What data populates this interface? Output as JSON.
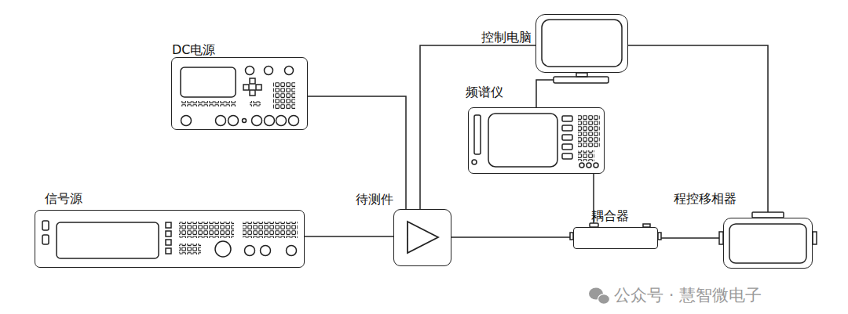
{
  "diagram": {
    "nodes": [
      {
        "text": [
          "DC电源"
        ]
      },
      {
        "text": [
          "控制电脑"
        ]
      },
      {
        "text": [
          "频谱仪"
        ]
      },
      {
        "text": [
          "信号源"
        ]
      },
      {
        "text": [
          "待测件"
        ]
      },
      {
        "text": [
          "耦合器"
        ]
      },
      {
        "text": [
          "程控移相器"
        ]
      }
    ],
    "edges": [
      {
        "from": 0,
        "to": 4,
        "arrow": "none"
      },
      {
        "from": 1,
        "to": 4,
        "arrow": "none"
      },
      {
        "from": 1,
        "to": 6,
        "arrow": "none"
      },
      {
        "from": 2,
        "to": 1,
        "arrow": "none"
      },
      {
        "from": 3,
        "to": 4,
        "arrow": "none"
      },
      {
        "from": 4,
        "to": 5,
        "arrow": "none"
      },
      {
        "from": 5,
        "to": 6,
        "arrow": "none"
      },
      {
        "from": 2,
        "to": 5,
        "arrow": "none"
      }
    ],
    "labels": [
      "公众号 · 慧智微电子"
    ]
  }
}
